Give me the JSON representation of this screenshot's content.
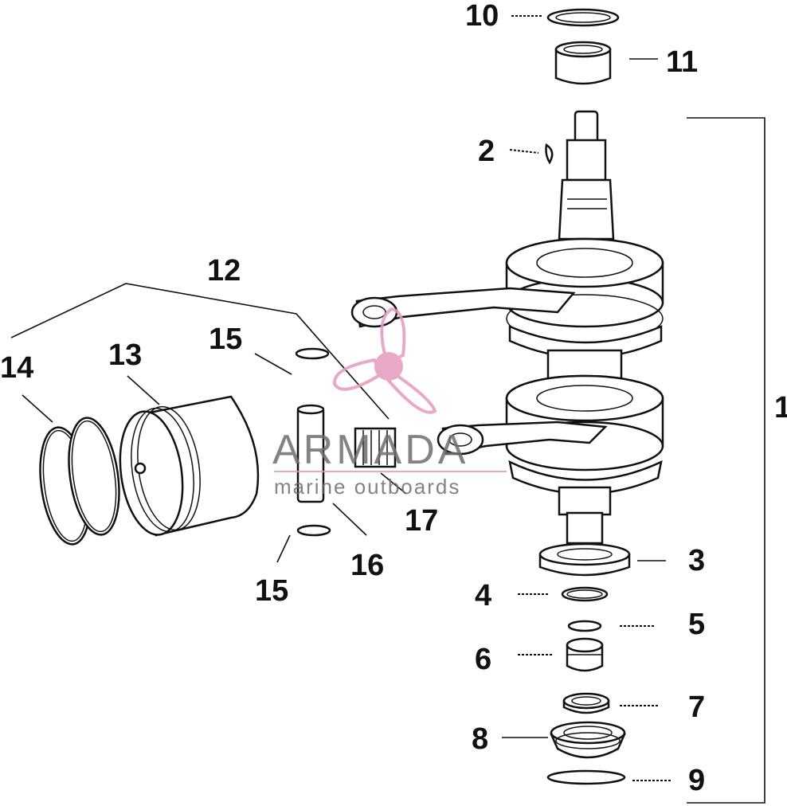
{
  "callouts": {
    "c1": "1",
    "c2": "2",
    "c3": "3",
    "c4": "4",
    "c5": "5",
    "c6": "6",
    "c7": "7",
    "c8": "8",
    "c9": "9",
    "c10": "10",
    "c11": "11",
    "c12": "12",
    "c13": "13",
    "c14": "14",
    "c15a": "15",
    "c15b": "15",
    "c16": "16",
    "c17": "17"
  },
  "watermark": {
    "brand": "ARMADA",
    "tagline": "marine outboards",
    "accent_color": "#e79ac0",
    "text_color": "#6e6e6e",
    "icon": "propeller-icon"
  }
}
